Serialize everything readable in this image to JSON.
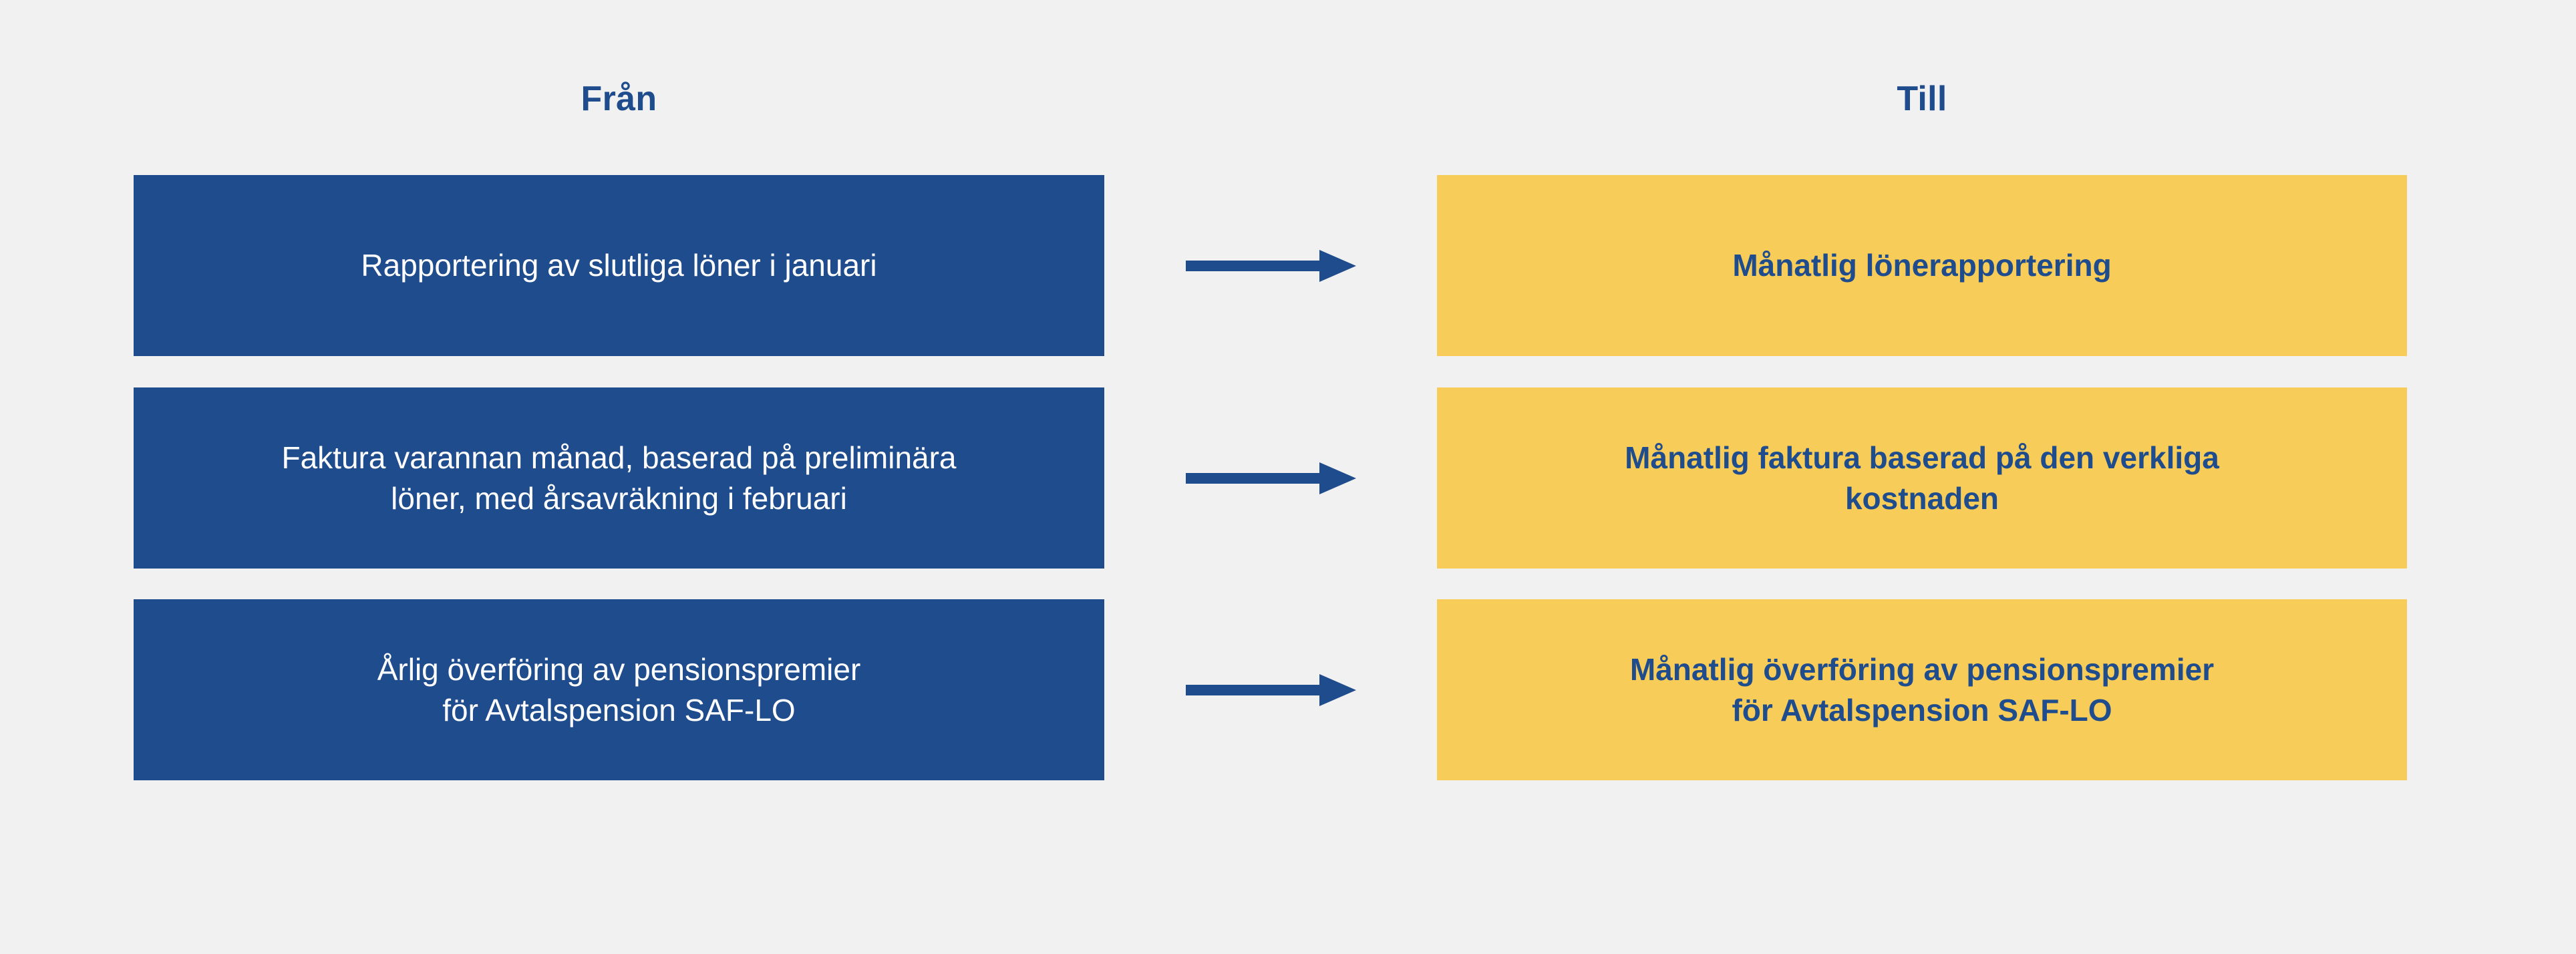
{
  "background_color": "#f1f1f1",
  "colors": {
    "blue": "#1f4c8c",
    "yellow": "#f7cc59",
    "white": "#ffffff",
    "arrow": "#1f4c8c"
  },
  "headers": {
    "from": "Från",
    "to": "Till"
  },
  "rows": [
    {
      "from": "Rapportering av slutliga löner i januari",
      "to": "Månatlig lönerapportering",
      "arrow": "arrow-right-icon"
    },
    {
      "from": "Faktura varannan månad, baserad på preliminära\nlöner, med årsavräkning i februari",
      "to": "Månatlig faktura baserad på den verkliga\nkostnaden",
      "arrow": "arrow-right-icon"
    },
    {
      "from": "Årlig överföring av pensionspremier\nför Avtalspension SAF-LO",
      "to": "Månatlig överföring av pensionspremier\nför Avtalspension SAF-LO",
      "arrow": "arrow-right-icon"
    }
  ]
}
